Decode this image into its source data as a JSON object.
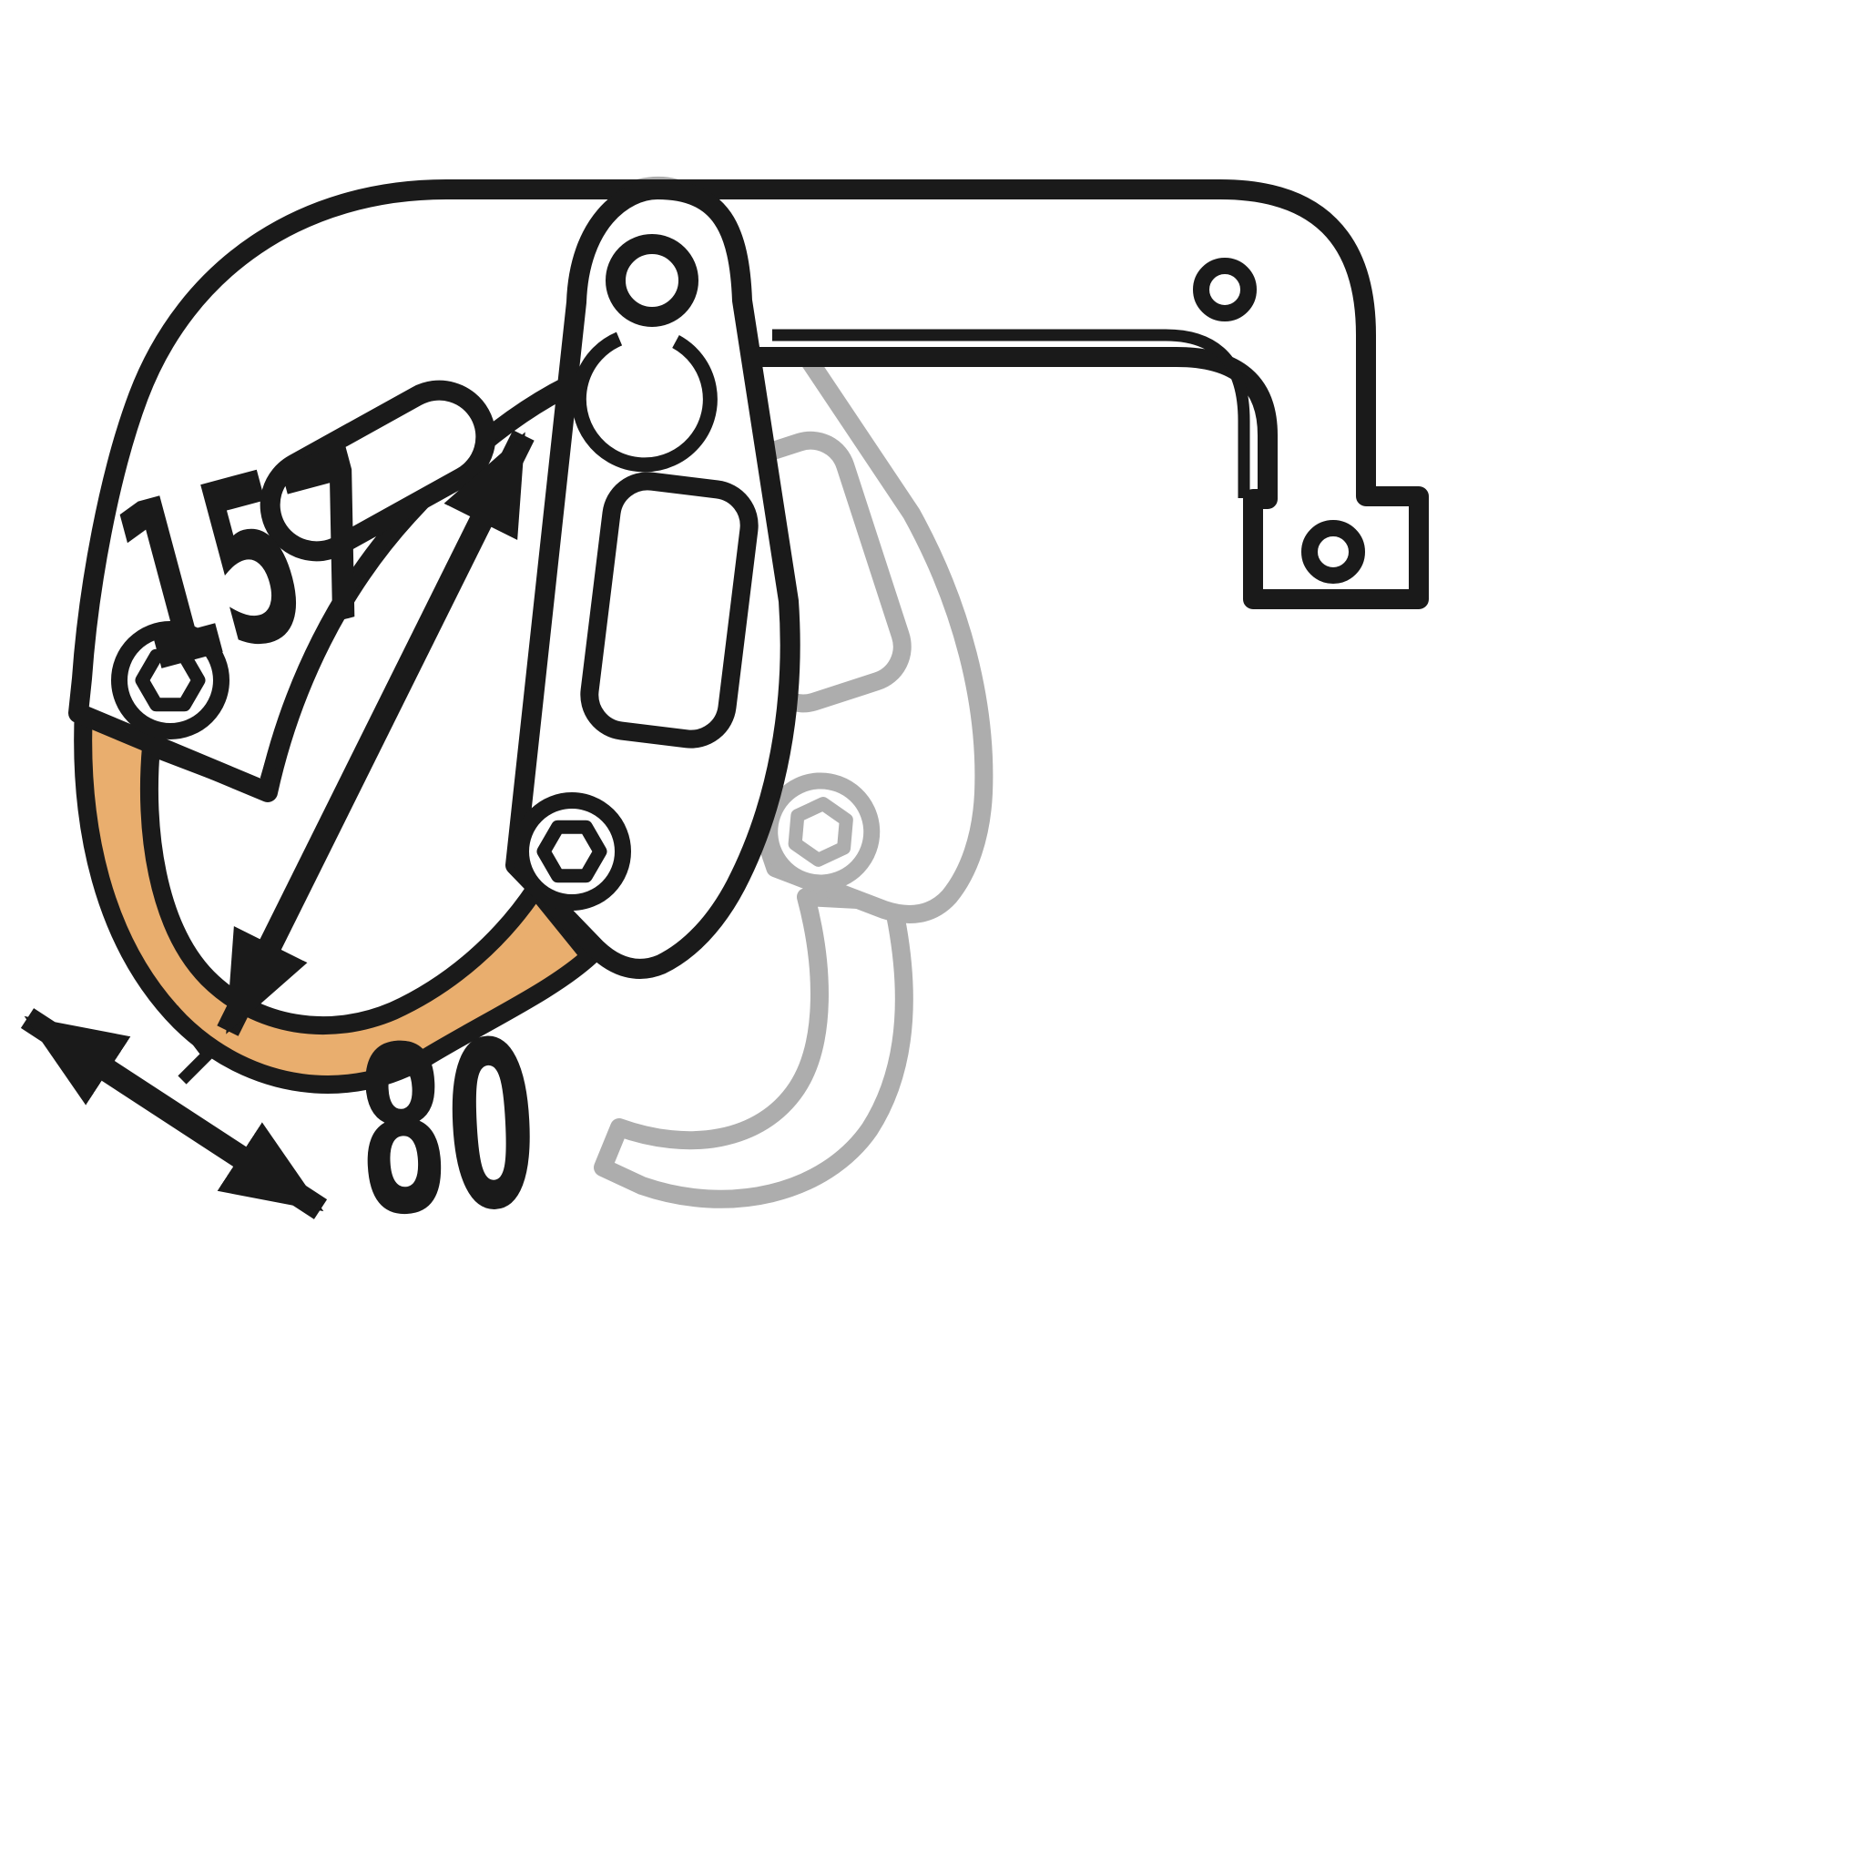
{
  "diagram": {
    "type": "technical-dimension-drawing",
    "subject": "gated-anchor-hook-with-open-gate-ghost",
    "dimension_labels": {
      "opening_depth": "157",
      "gate_opening": "80"
    },
    "colors": {
      "outline": "#1a1a1a",
      "hook_fill": "#E9AE6E",
      "ghost_outline": "#ADADAD",
      "background": "#FFFFFF"
    },
    "parts": [
      "frame-top-bar",
      "mounting-foot",
      "left-arm",
      "hook-nose",
      "gate-closed",
      "gate-open-ghost"
    ]
  }
}
